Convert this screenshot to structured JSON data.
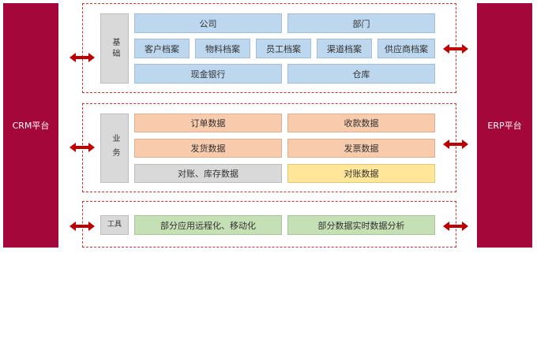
{
  "platforms": {
    "crm": "CRM平台",
    "erp": "ERP平台"
  },
  "groups": {
    "basic": {
      "category": "基础",
      "row1": [
        "公司",
        "部门"
      ],
      "row2": [
        "客户档案",
        "物料档案",
        "员工档案",
        "渠道档案",
        "供应商档案"
      ],
      "row3": [
        "现金银行",
        "仓库"
      ]
    },
    "business": {
      "category": "业务",
      "rows": [
        [
          "订单数据",
          "收款数据"
        ],
        [
          "发货数据",
          "发票数据"
        ],
        [
          "对账、库存数据",
          "对账数据"
        ]
      ]
    },
    "tools": {
      "category": "工具",
      "items": [
        "部分应用远程化、移动化",
        "部分数据实时数据分析"
      ]
    }
  },
  "colors": {
    "platform": "#a4083a",
    "arrow": "#c00000",
    "group_border": "#d9302b",
    "blue": "#bdd7ee",
    "orange": "#f8cbad",
    "gray": "#d9d9d9",
    "yellow": "#ffe699",
    "green": "#c5e0b4"
  }
}
